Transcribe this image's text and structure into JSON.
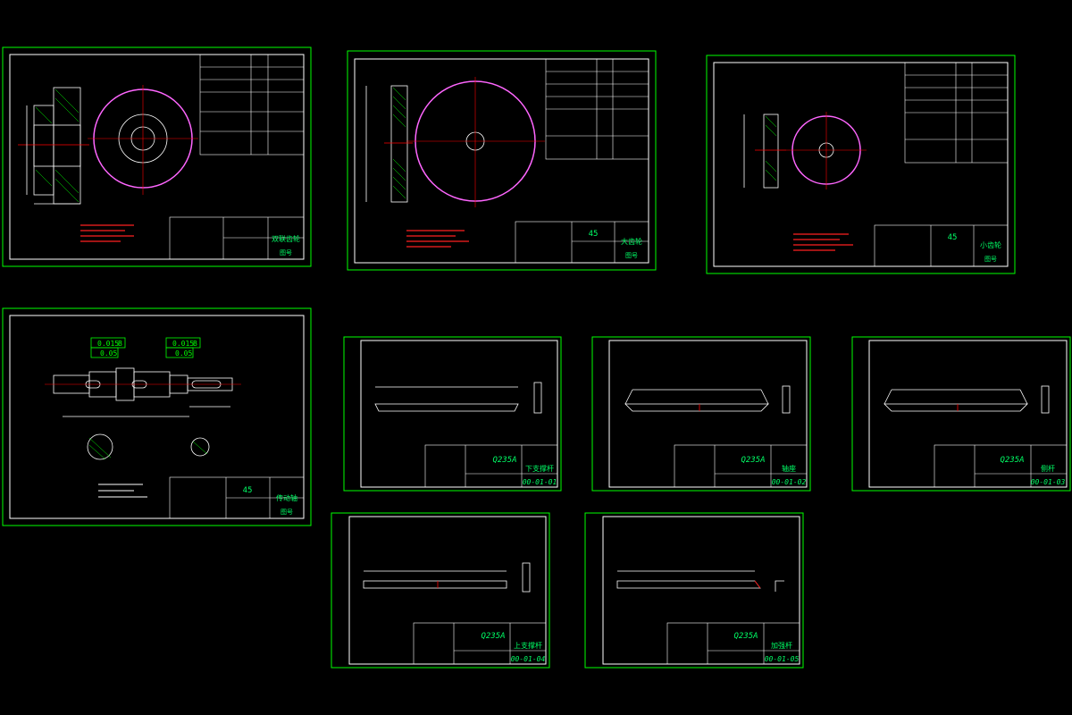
{
  "colors": {
    "background": "#000000",
    "sheet_border": "#00ff00",
    "outline": "#ffffff",
    "gear_edge": "#ff66ff",
    "center_line": "#ff0000",
    "note_text": "#ff2020",
    "title_text": "#00ff66"
  },
  "sheets": [
    {
      "material": "",
      "name": "双联齿轮",
      "drawing_no": "图号"
    },
    {
      "material": "45",
      "name": "大齿轮",
      "drawing_no": "图号"
    },
    {
      "material": "45",
      "name": "小齿轮",
      "drawing_no": "图号"
    },
    {
      "material": "45",
      "name": "传动轴",
      "drawing_no": "图号"
    },
    {
      "material": "Q235A",
      "name": "下支撑杆",
      "drawing_no": "00-01-01"
    },
    {
      "material": "Q235A",
      "name": "轴座",
      "drawing_no": "00-01-02"
    },
    {
      "material": "Q235A",
      "name": "侧杆",
      "drawing_no": "00-01-03"
    },
    {
      "material": "Q235A",
      "name": "上支撑杆",
      "drawing_no": "00-01-04"
    },
    {
      "material": "Q235A",
      "name": "加强杆",
      "drawing_no": "00-01-05"
    }
  ],
  "shaft_tolerances": [
    "0.015",
    "B",
    "0.05",
    "0.015",
    "B",
    "0.05"
  ]
}
